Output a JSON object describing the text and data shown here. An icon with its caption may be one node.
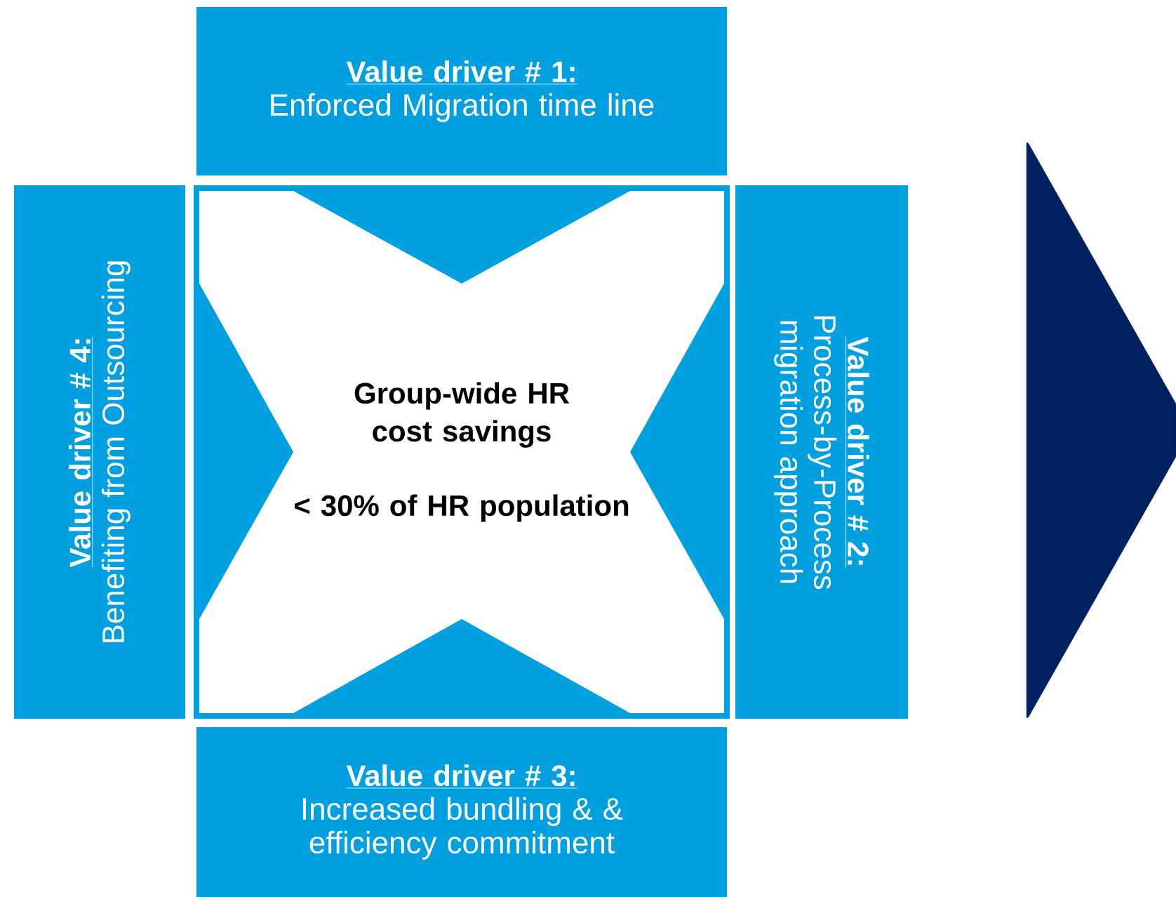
{
  "diagram": {
    "nodes": [
      {
        "text": [
          "Value driver # 1:",
          "Enforced Migration time line"
        ]
      },
      {
        "text": [
          "Group-wide HR cost savings",
          "< 30% of HR population"
        ]
      },
      {
        "text": [
          "Value driver # 2:",
          "Process-by-Process migration approach"
        ]
      },
      {
        "text": [
          "Value driver # 3:",
          "Increased bundling & & efficiency commitment"
        ]
      },
      {
        "text": [
          "Value driver # 4:",
          "Benefiting from Outsourcing"
        ]
      },
      {
        "text": [],
        "shape": "triangle"
      }
    ]
  }
}
